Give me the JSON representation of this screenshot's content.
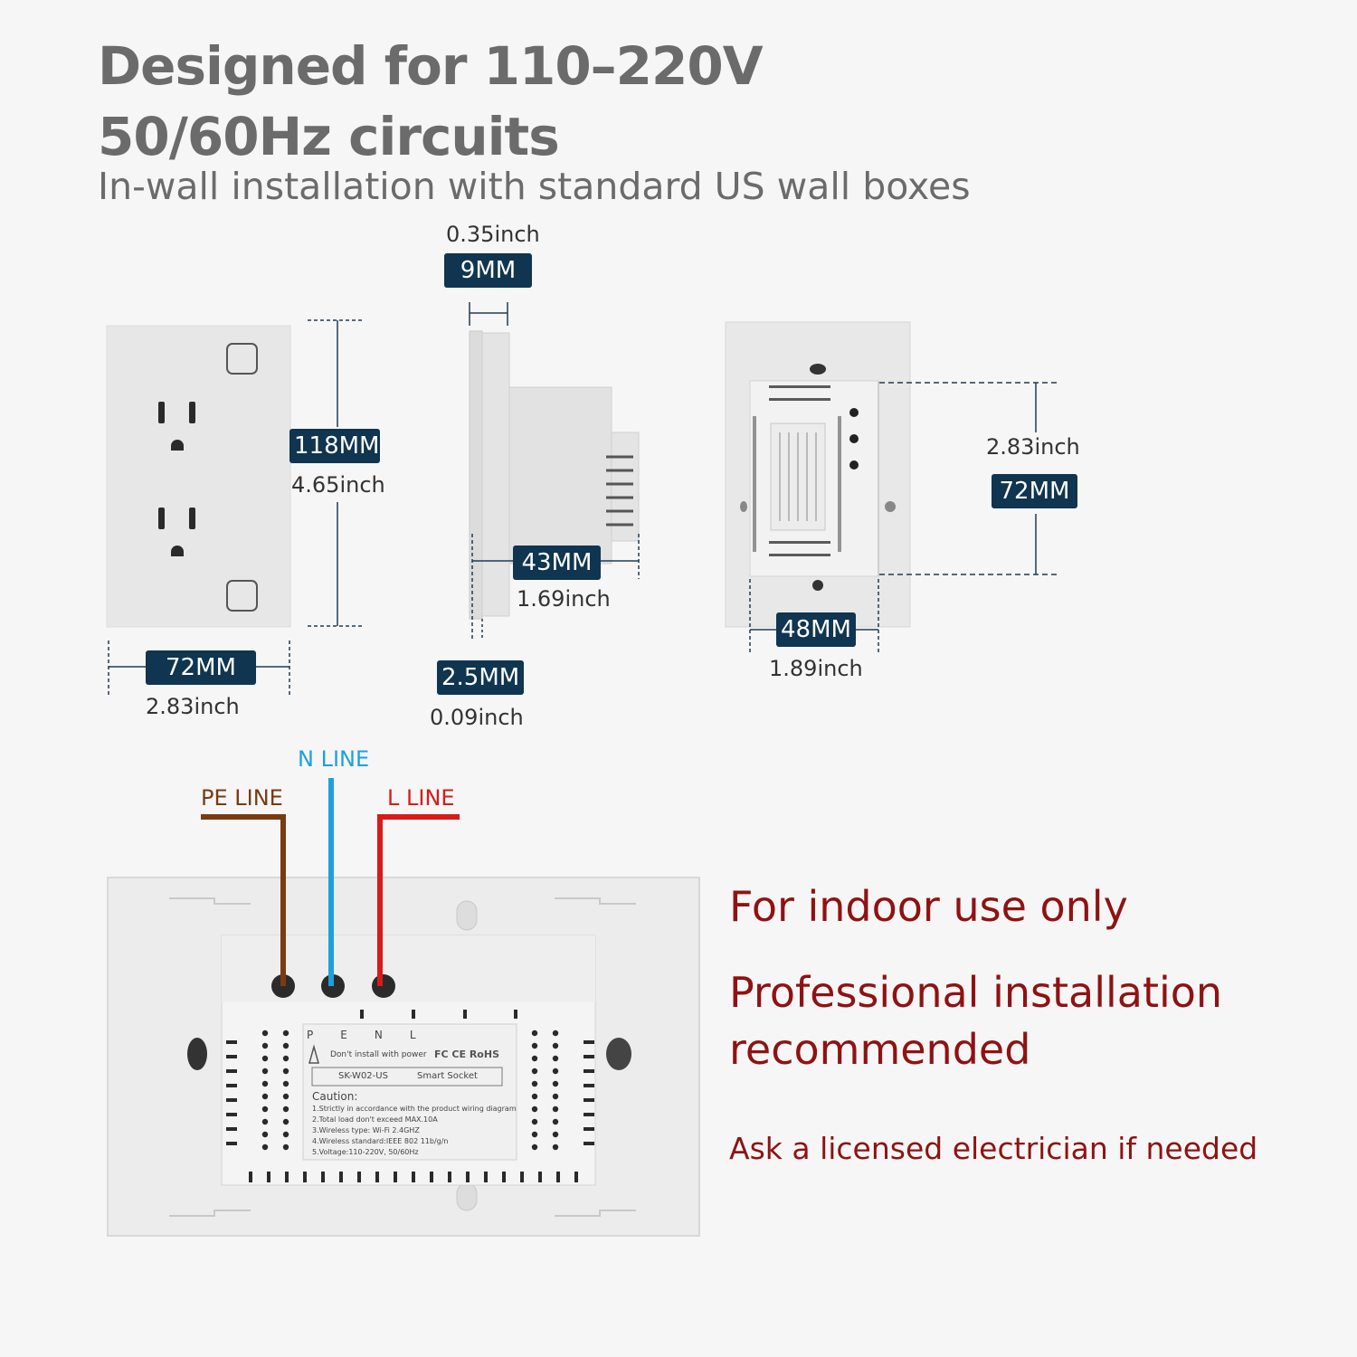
{
  "header": {
    "title_line1": "Designed for 110–220V",
    "title_line2": "50/60Hz circuits",
    "subtitle": "In-wall installation with standard US wall boxes"
  },
  "front_view": {
    "height_mm": "118MM",
    "height_inch": "4.65inch",
    "width_mm": "72MM",
    "width_inch": "2.83inch"
  },
  "side_view": {
    "depth_top_inch": "0.35inch",
    "depth_top_mm": "9MM",
    "depth_body_mm": "43MM",
    "depth_body_inch": "1.69inch",
    "plate_mm": "2.5MM",
    "plate_inch": "0.09inch"
  },
  "back_view": {
    "height_inch": "2.83inch",
    "height_mm": "72MM",
    "width_mm": "48MM",
    "width_inch": "1.89inch"
  },
  "wiring": {
    "n_line": "N LINE",
    "pe_line": "PE LINE",
    "l_line": "L LINE",
    "colors": {
      "pe": "#7a3b12",
      "n": "#1ea0dc",
      "l": "#d91a1a"
    }
  },
  "module_label": {
    "terminals": [
      "PE",
      "N",
      "L"
    ],
    "warning": "Don't install with power",
    "certs": "FC CE RoHS",
    "model": "SK-W02-US",
    "product": "Smart Socket",
    "caution_title": "Caution:",
    "caution_lines": [
      "1.Strictly in accordance with the product wiring diagram",
      "2.Total load don't exceed MAX.10A",
      "3.Wireless type: Wi-Fi 2.4GHZ",
      "4.Wireless standard:IEEE 802 11b/g/n",
      "5.Voltage:110-220V, 50/60Hz"
    ]
  },
  "notes": {
    "indoor": "For indoor use only",
    "professional_line1": "Professional installation",
    "professional_line2": "recommended",
    "electrician": "Ask a licensed electrician if needed"
  }
}
